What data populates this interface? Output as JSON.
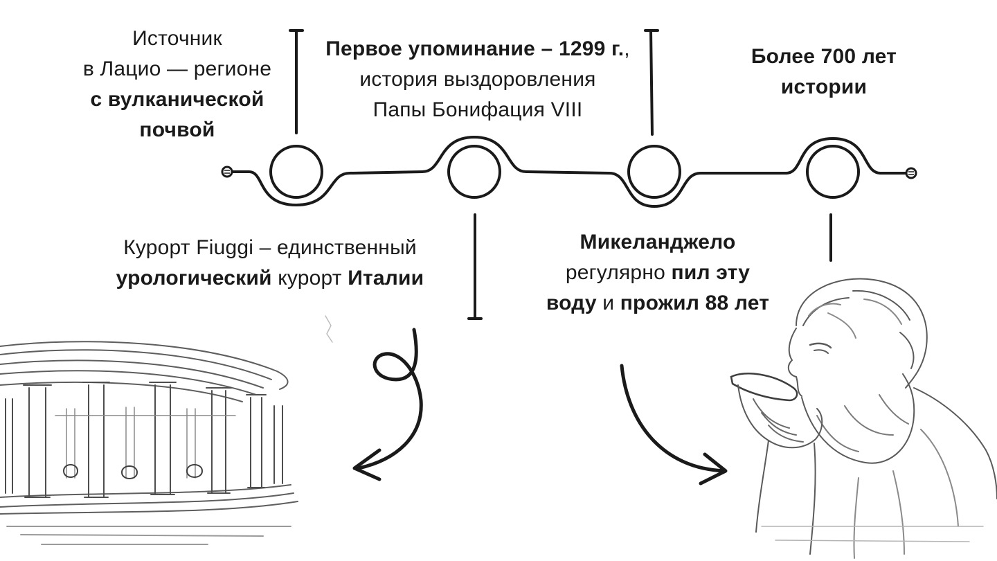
{
  "events": [
    {
      "id": "source",
      "lines": [
        [
          {
            "t": "Источник",
            "b": false
          }
        ],
        [
          {
            "t": "в Лацио — регионе",
            "b": false
          }
        ],
        [
          {
            "t": "с вулканической",
            "b": true
          }
        ],
        [
          {
            "t": "почвой",
            "b": true
          }
        ]
      ]
    },
    {
      "id": "resort",
      "lines": [
        [
          {
            "t": "Курорт Fiuggi – единственный",
            "b": false
          }
        ],
        [
          {
            "t": "урологический",
            "b": true
          },
          {
            "t": " курорт ",
            "b": false
          },
          {
            "t": "Италии",
            "b": true
          }
        ]
      ]
    },
    {
      "id": "first_mention",
      "lines": [
        [
          {
            "t": "Первое упоминание – 1299 г.",
            "b": true
          },
          {
            "t": ",",
            "b": false
          }
        ],
        [
          {
            "t": "история выздоровления",
            "b": false
          }
        ],
        [
          {
            "t": "Папы Бонифация VIII",
            "b": false
          }
        ]
      ]
    },
    {
      "id": "michelangelo",
      "lines": [
        [
          {
            "t": "Микеланджело",
            "b": true
          }
        ],
        [
          {
            "t": "регулярно ",
            "b": false
          },
          {
            "t": "пил эту",
            "b": true
          }
        ],
        [
          {
            "t": "воду",
            "b": true
          },
          {
            "t": " и ",
            "b": false
          },
          {
            "t": "прожил 88 лет",
            "b": true
          }
        ]
      ]
    },
    {
      "id": "history",
      "lines": [
        [
          {
            "t": "Более 700 лет",
            "b": true
          }
        ],
        [
          {
            "t": "истории",
            "b": true
          }
        ]
      ]
    }
  ],
  "illustrations": {
    "left": "colonnade-rotunda-sketch",
    "right": "bearded-man-drinking-sketch"
  },
  "colors": {
    "ink": "#1a1a1a",
    "sketch": "#6b6b6b",
    "background": "#ffffff"
  }
}
